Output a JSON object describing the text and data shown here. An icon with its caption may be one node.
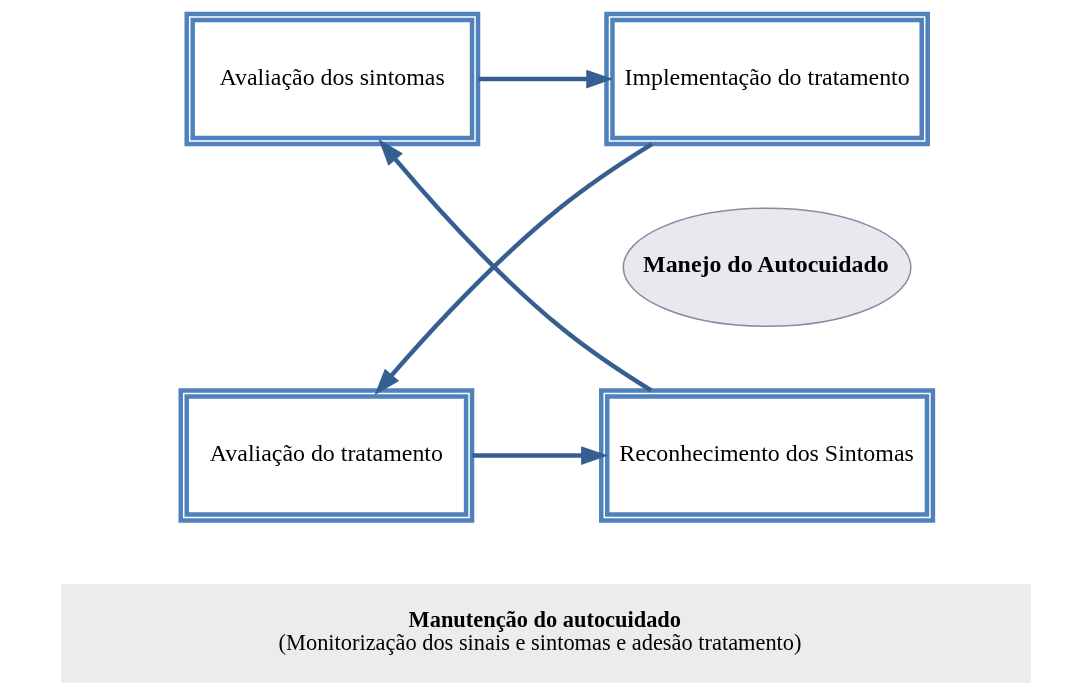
{
  "diagram": {
    "nodes": [
      {
        "text": [
          "Avaliação dos sintomas"
        ]
      },
      {
        "text": [
          "Implementação do tratamento"
        ]
      },
      {
        "text": [
          "Manejo do Autocuidado"
        ]
      },
      {
        "text": [
          "Reconhecimento dos Sintomas"
        ]
      },
      {
        "text": [
          "Avaliação do tratamento"
        ]
      },
      {
        "text": [
          "Manutenção do autocuidado",
          "(Monitorização dos sinais e sintomas e adesão tratamento)"
        ]
      }
    ],
    "edges": [
      {
        "from": 0,
        "to": 1,
        "arrow": "to"
      },
      {
        "from": 1,
        "to": 4,
        "arrow": "to"
      },
      {
        "from": 4,
        "to": 3,
        "arrow": "to"
      },
      {
        "from": 3,
        "to": 0,
        "arrow": "to"
      }
    ]
  }
}
